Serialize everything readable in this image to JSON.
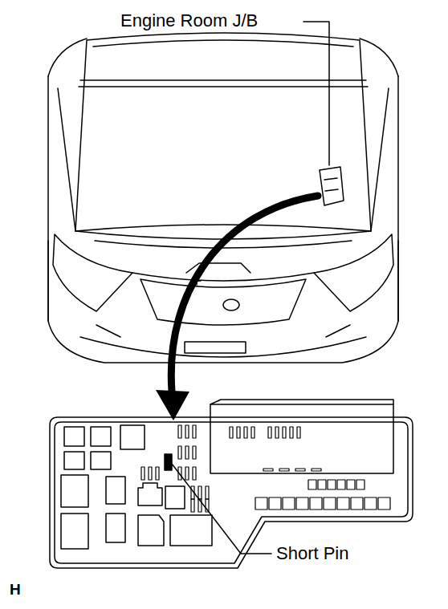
{
  "diagram": {
    "labels": [
      "Engine Room J/B",
      "Short Pin",
      "H"
    ]
  }
}
